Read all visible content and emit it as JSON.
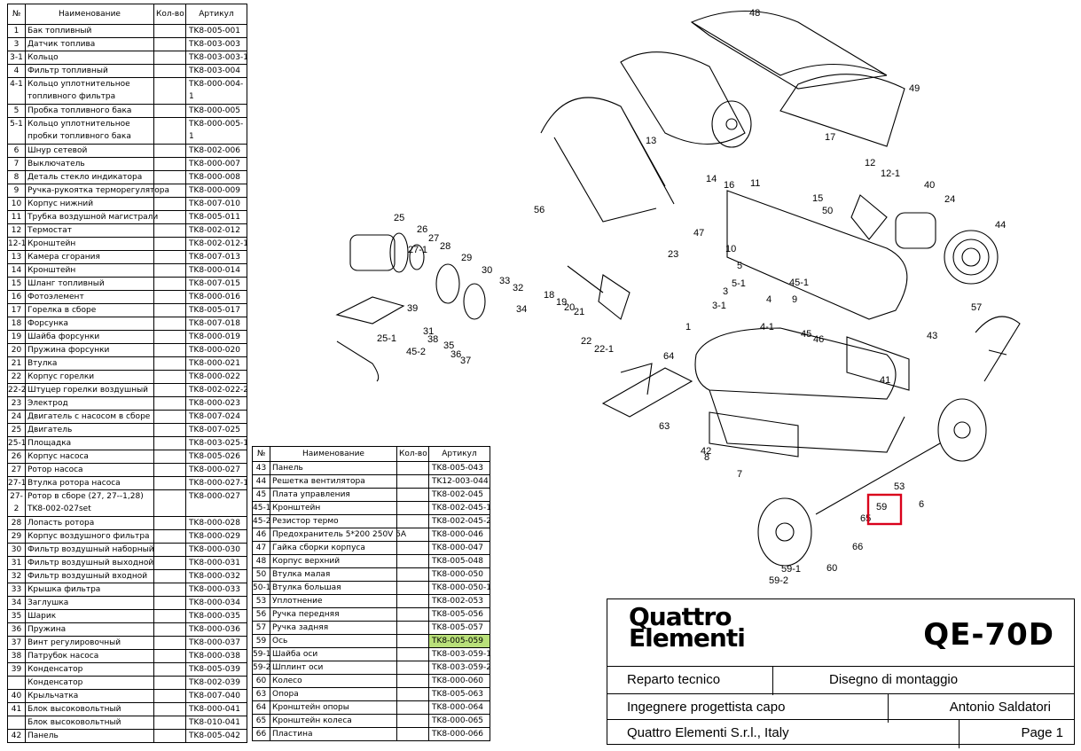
{
  "table_headers": {
    "no": "№",
    "name": "Наименование",
    "qty": "Кол-во",
    "article": "Артикул"
  },
  "parts_left": [
    {
      "no": "1",
      "name": "Бак топливный",
      "qty": "",
      "article": "TK8-005-001"
    },
    {
      "no": "3",
      "name": "Датчик топлива",
      "qty": "",
      "article": "TK8-003-003"
    },
    {
      "no": "3-1",
      "name": "Кольцо",
      "qty": "",
      "article": "TK8-003-003-1"
    },
    {
      "no": "4",
      "name": "Фильтр топливный",
      "qty": "",
      "article": "TK8-003-004"
    },
    {
      "no": "4-1",
      "name": "Кольцо уплотнительное топливного фильтра",
      "qty": "",
      "article": "TK8-000-004-1",
      "wrap": true
    },
    {
      "no": "5",
      "name": "Пробка топливного бака",
      "qty": "",
      "article": "TK8-000-005"
    },
    {
      "no": "5-1",
      "name": "Кольцо уплотнительное пробки топливного бака",
      "qty": "",
      "article": "TK8-000-005-1",
      "wrap": true
    },
    {
      "no": "6",
      "name": "Шнур сетевой",
      "qty": "",
      "article": "TK8-002-006"
    },
    {
      "no": "7",
      "name": "Выключатель",
      "qty": "",
      "article": "TK8-000-007"
    },
    {
      "no": "8",
      "name": "Деталь стекло индикатора",
      "qty": "",
      "article": "TK8-000-008"
    },
    {
      "no": "9",
      "name": "Ручка-рукоятка терморегулятора",
      "qty": "",
      "article": "TK8-000-009"
    },
    {
      "no": "10",
      "name": "Корпус нижний",
      "qty": "",
      "article": "TK8-007-010"
    },
    {
      "no": "11",
      "name": "Трубка воздушной магистрали",
      "qty": "",
      "article": "TK8-005-011"
    },
    {
      "no": "12",
      "name": "Термостат",
      "qty": "",
      "article": "TK8-002-012"
    },
    {
      "no": "12-1",
      "name": "Кронштейн",
      "qty": "",
      "article": "TK8-002-012-1"
    },
    {
      "no": "13",
      "name": "Камера сгорания",
      "qty": "",
      "article": "TK8-007-013"
    },
    {
      "no": "14",
      "name": "Кронштейн",
      "qty": "",
      "article": "TK8-000-014"
    },
    {
      "no": "15",
      "name": "Шланг топливный",
      "qty": "",
      "article": "TK8-007-015"
    },
    {
      "no": "16",
      "name": "Фотоэлемент",
      "qty": "",
      "article": "TK8-000-016"
    },
    {
      "no": "17",
      "name": "Горелка в сборе",
      "qty": "",
      "article": "TK8-005-017"
    },
    {
      "no": "18",
      "name": "Форсунка",
      "qty": "",
      "article": "TK8-007-018"
    },
    {
      "no": "19",
      "name": "Шайба форсунки",
      "qty": "",
      "article": "TK8-000-019"
    },
    {
      "no": "20",
      "name": "Пружина форсунки",
      "qty": "",
      "article": "TK8-000-020"
    },
    {
      "no": "21",
      "name": "Втулка",
      "qty": "",
      "article": "TK8-000-021"
    },
    {
      "no": "22",
      "name": "Корпус горелки",
      "qty": "",
      "article": "TK8-000-022"
    },
    {
      "no": "22-2",
      "name": "Штуцер горелки воздушный",
      "qty": "",
      "article": "TK8-002-022-2"
    },
    {
      "no": "23",
      "name": "Электрод",
      "qty": "",
      "article": "TK8-000-023"
    },
    {
      "no": "24",
      "name": "Двигатель с насосом в сборе",
      "qty": "",
      "article": "TK8-007-024"
    },
    {
      "no": "25",
      "name": "Двигатель",
      "qty": "",
      "article": "TK8-007-025"
    },
    {
      "no": "25-1",
      "name": "Площадка",
      "qty": "",
      "article": "TK8-003-025-1"
    },
    {
      "no": "26",
      "name": "Корпус насоса",
      "qty": "",
      "article": "TK8-005-026"
    },
    {
      "no": "27",
      "name": "Ротор насоса",
      "qty": "",
      "article": "TK8-000-027"
    },
    {
      "no": "27-1",
      "name": "Втулка ротора насоса",
      "qty": "",
      "article": "TK8-000-027-1"
    },
    {
      "no": "27-2",
      "name": "Ротор в сборе (27, 27--1,28) TK8-002-027set",
      "qty": "",
      "article": "TK8-000-027",
      "wrap": true
    },
    {
      "no": "28",
      "name": "Лопасть ротора",
      "qty": "",
      "article": "TK8-000-028"
    },
    {
      "no": "29",
      "name": "Корпус воздушного фильтра",
      "qty": "",
      "article": "TK8-000-029"
    },
    {
      "no": "30",
      "name": "Фильтр воздушный наборный",
      "qty": "",
      "article": "TK8-000-030"
    },
    {
      "no": "31",
      "name": "Фильтр воздушный выходной",
      "qty": "",
      "article": "TK8-000-031"
    },
    {
      "no": "32",
      "name": "Фильтр воздушный входной",
      "qty": "",
      "article": "TK8-000-032"
    },
    {
      "no": "33",
      "name": "Крышка фильтра",
      "qty": "",
      "article": "TK8-000-033"
    },
    {
      "no": "34",
      "name": "Заглушка",
      "qty": "",
      "article": "TK8-000-034"
    },
    {
      "no": "35",
      "name": "Шарик",
      "qty": "",
      "article": "TK8-000-035"
    },
    {
      "no": "36",
      "name": "Пружина",
      "qty": "",
      "article": "TK8-000-036"
    },
    {
      "no": "37",
      "name": "Винт регулировочный",
      "qty": "",
      "article": "TK8-000-037"
    },
    {
      "no": "38",
      "name": "Патрубок насоса",
      "qty": "",
      "article": "TK8-000-038"
    },
    {
      "no": "39",
      "name": "Конденсатор",
      "qty": "",
      "article": "TK8-005-039"
    },
    {
      "no": "",
      "name": "Конденсатор",
      "qty": "",
      "article": "TK8-002-039"
    },
    {
      "no": "40",
      "name": "Крыльчатка",
      "qty": "",
      "article": "TK8-007-040"
    },
    {
      "no": "41",
      "name": "Блок высоковольтный",
      "qty": "",
      "article": "TK8-000-041"
    },
    {
      "no": "",
      "name": "Блок высоковольтный",
      "qty": "",
      "article": "TK8-010-041"
    },
    {
      "no": "42",
      "name": "Панель",
      "qty": "",
      "article": "TK8-005-042"
    }
  ],
  "parts_right": [
    {
      "no": "43",
      "name": "Панель",
      "qty": "",
      "article": "TK8-005-043"
    },
    {
      "no": "44",
      "name": "Решетка вентилятора",
      "qty": "",
      "article": "TK12-003-044"
    },
    {
      "no": "45",
      "name": "Плата управления",
      "qty": "",
      "article": "TK8-002-045"
    },
    {
      "no": "45-1",
      "name": "Кронштейн",
      "qty": "",
      "article": "TK8-002-045-1"
    },
    {
      "no": "45-2",
      "name": "Резистор термо",
      "qty": "",
      "article": "TK8-002-045-2"
    },
    {
      "no": "46",
      "name": "Предохранитель 5*200 250V 5A",
      "qty": "",
      "article": "TK8-000-046"
    },
    {
      "no": "47",
      "name": "Гайка сборки корпуса",
      "qty": "",
      "article": "TK8-000-047"
    },
    {
      "no": "48",
      "name": "Корпус верхний",
      "qty": "",
      "article": "TK8-005-048"
    },
    {
      "no": "50",
      "name": "Втулка малая",
      "qty": "",
      "article": "TK8-000-050"
    },
    {
      "no": "50-1",
      "name": "Втулка большая",
      "qty": "",
      "article": "TK8-000-050-1"
    },
    {
      "no": "53",
      "name": "Уплотнение",
      "qty": "",
      "article": "TK8-002-053"
    },
    {
      "no": "56",
      "name": "Ручка передняя",
      "qty": "",
      "article": "TK8-005-056"
    },
    {
      "no": "57",
      "name": "Ручка задняя",
      "qty": "",
      "article": "TK8-005-057"
    },
    {
      "no": "59",
      "name": "Ось",
      "qty": "",
      "article": "TK8-005-059",
      "highlight": true
    },
    {
      "no": "59-1",
      "name": "Шайба оси",
      "qty": "",
      "article": "TK8-003-059-1"
    },
    {
      "no": "59-2",
      "name": "Шплинт оси",
      "qty": "",
      "article": "TK8-003-059-2"
    },
    {
      "no": "60",
      "name": "Колесо",
      "qty": "",
      "article": "TK8-000-060"
    },
    {
      "no": "63",
      "name": "Опора",
      "qty": "",
      "article": "TK8-005-063"
    },
    {
      "no": "64",
      "name": "Кронштейн опоры",
      "qty": "",
      "article": "TK8-000-064"
    },
    {
      "no": "65",
      "name": "Кронштейн колеса",
      "qty": "",
      "article": "TK8-000-065"
    },
    {
      "no": "66",
      "name": "Пластина",
      "qty": "",
      "article": "TK8-000-066"
    }
  ],
  "drawing": {
    "callouts": [
      "48",
      "49",
      "13",
      "17",
      "14",
      "16",
      "11",
      "15",
      "12",
      "12-1",
      "40",
      "24",
      "44",
      "56",
      "50",
      "47",
      "10",
      "45-1",
      "9",
      "5",
      "5-1",
      "3",
      "3-1",
      "4",
      "4-1",
      "45",
      "46",
      "57",
      "43",
      "1",
      "41",
      "25",
      "26",
      "27",
      "27-1",
      "28",
      "29",
      "30",
      "33",
      "32",
      "34",
      "31",
      "38",
      "35",
      "36",
      "37",
      "39",
      "25-1",
      "45-2",
      "18",
      "19",
      "20",
      "21",
      "23",
      "22",
      "22-1",
      "64",
      "63",
      "42",
      "8",
      "7",
      "53",
      "6",
      "59",
      "65",
      "66",
      "60",
      "59-1",
      "59-2"
    ],
    "highlight_callout": "59",
    "highlight_color": "#d9001b"
  },
  "title_block": {
    "logo_line1": "Quattro",
    "logo_line2": "Elementi",
    "model": "QE-70D",
    "department": "Reparto tecnico",
    "drawing_type": "Disegno di montaggio",
    "role": "Ingegnere progettista capo",
    "engineer": "Antonio Saldatori",
    "company": "Quattro Elementi S.r.l., Italy",
    "page": "Page 1"
  }
}
